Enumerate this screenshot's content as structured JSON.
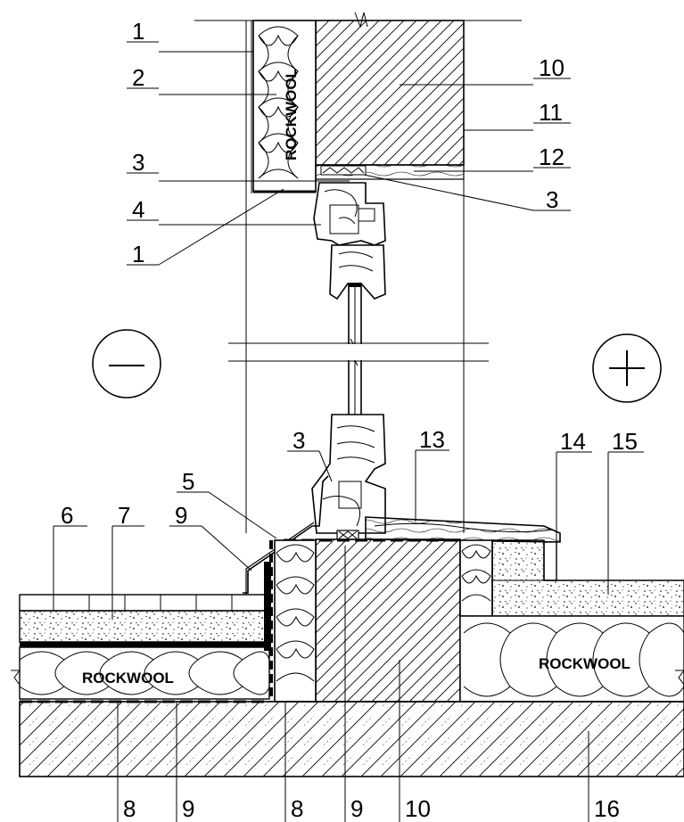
{
  "labels": {
    "l1_top": "1",
    "l2": "2",
    "l3_top": "3",
    "l4": "4",
    "l1_bottom": "1",
    "l10_top": "10",
    "l11": "11",
    "l12": "12",
    "l3_right": "3",
    "l3_sill": "3",
    "l5": "5",
    "l6": "6",
    "l7": "7",
    "l9_left": "9",
    "l13": "13",
    "l14": "14",
    "l15": "15",
    "b8_a": "8",
    "b9_a": "9",
    "b8_b": "8",
    "b9_b": "9",
    "b10": "10",
    "b16": "16"
  },
  "insulation_text": {
    "wall": "ROCKWOOL",
    "floor_left": "ROCKWOOL",
    "floor_right": "ROCKWOOL"
  },
  "symbols": {
    "exterior": "minus-sign",
    "interior": "plus-sign"
  }
}
